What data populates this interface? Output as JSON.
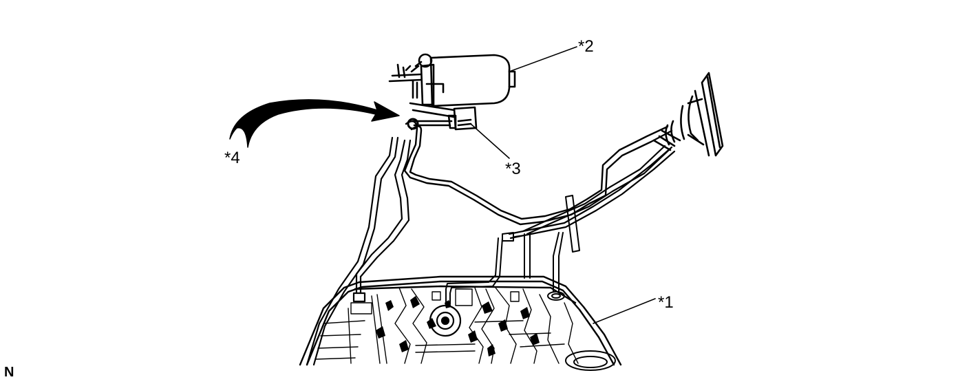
{
  "callouts": {
    "part1": "*1",
    "part2": "*2",
    "part3": "*3",
    "part4": "*4"
  },
  "figure_code": "N",
  "colors": {
    "line": "#000000",
    "background": "#ffffff"
  }
}
